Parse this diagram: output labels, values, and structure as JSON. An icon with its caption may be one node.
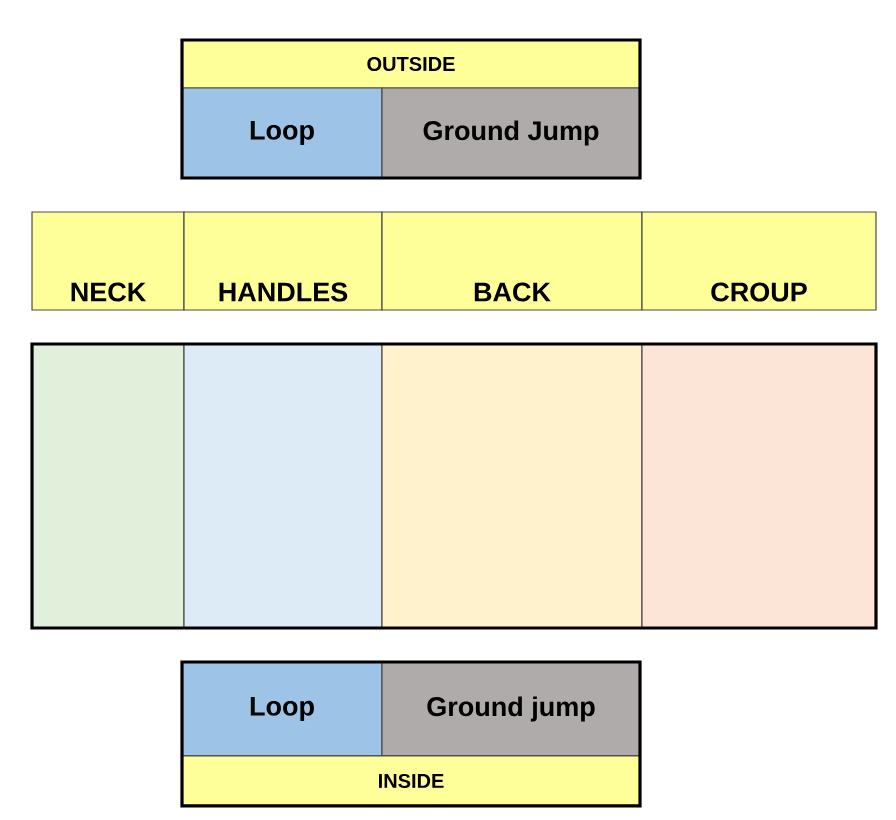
{
  "diagram": {
    "nodes": [
      {
        "text": [
          "OUTSIDE"
        ]
      },
      {
        "text": [
          "Loop"
        ]
      },
      {
        "text": [
          "Ground Jump"
        ]
      },
      {
        "text": [
          "NECK"
        ]
      },
      {
        "text": [
          "HANDLES"
        ]
      },
      {
        "text": [
          "BACK"
        ]
      },
      {
        "text": [
          "CROUP"
        ]
      },
      {
        "text": [],
        "shape": "box"
      },
      {
        "text": [],
        "shape": "box"
      },
      {
        "text": [],
        "shape": "box"
      },
      {
        "text": [],
        "shape": "box"
      },
      {
        "text": [
          "Loop"
        ]
      },
      {
        "text": [
          "Ground jump"
        ]
      },
      {
        "text": [
          "INSIDE"
        ]
      }
    ]
  }
}
